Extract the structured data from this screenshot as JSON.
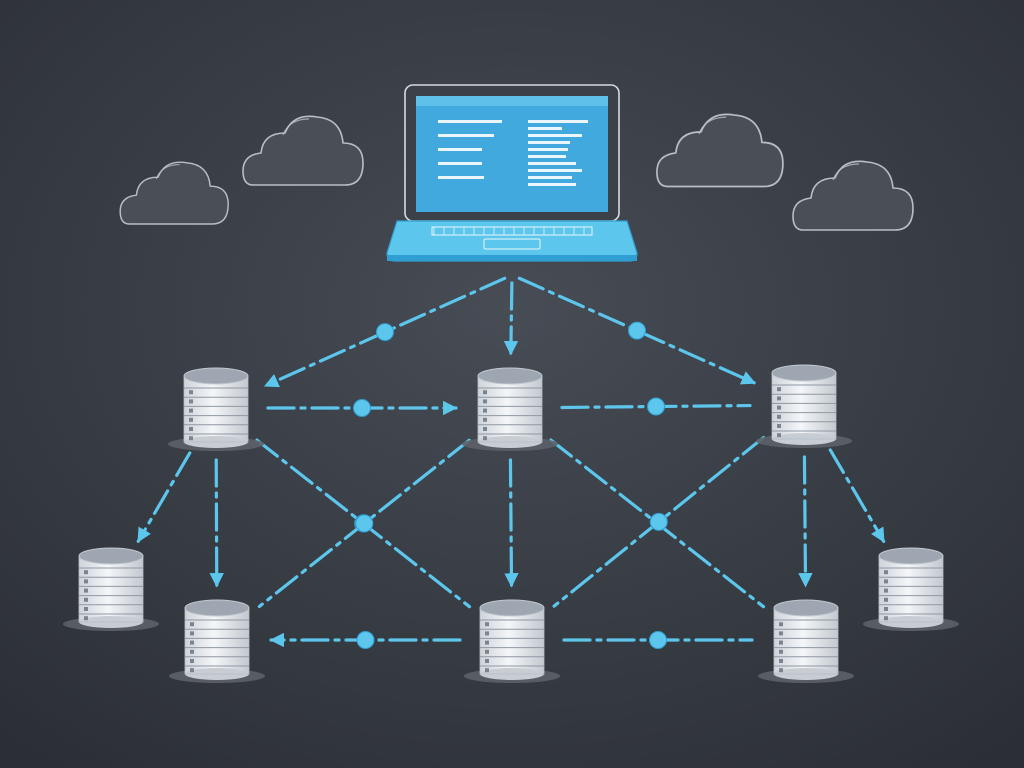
{
  "colors": {
    "background_center": "#474c55",
    "background_edge": "#2b2f35",
    "accent": "#5cc6ec",
    "accent_dark": "#2f9fd3",
    "screen": "#41a9de",
    "cloud_fill": "#4a4f57",
    "cloud_stroke": "#b9bec5",
    "disk_body": "#e9ecef",
    "disk_top": "#9ea7b1",
    "disk_shadow": "#5c6169"
  },
  "icons": {
    "laptop": "laptop-icon",
    "cloud": "cloud-icon",
    "database": "database-server-icon",
    "connector_dot": "connector-dot-icon",
    "arrowhead": "arrowhead-icon"
  },
  "nodes": [
    {
      "id": "laptop",
      "type": "laptop"
    },
    {
      "id": "db-top-left",
      "type": "database"
    },
    {
      "id": "db-top-center",
      "type": "database"
    },
    {
      "id": "db-top-right",
      "type": "database"
    },
    {
      "id": "db-mid-left",
      "type": "database"
    },
    {
      "id": "db-bottom-left",
      "type": "database"
    },
    {
      "id": "db-bottom-center",
      "type": "database"
    },
    {
      "id": "db-bottom-right",
      "type": "database"
    },
    {
      "id": "db-mid-right",
      "type": "database"
    }
  ],
  "clouds": [
    "cloud-1",
    "cloud-2",
    "cloud-3",
    "cloud-4"
  ],
  "edges": [
    {
      "from": "laptop",
      "to": "db-top-left",
      "directed": true,
      "dot": true
    },
    {
      "from": "laptop",
      "to": "db-top-center",
      "directed": true,
      "dot": false
    },
    {
      "from": "laptop",
      "to": "db-top-right",
      "directed": true,
      "dot": true
    },
    {
      "from": "db-top-left",
      "to": "db-top-center",
      "directed": true,
      "dot": true
    },
    {
      "from": "db-top-center",
      "to": "db-top-right",
      "directed": false,
      "dot": true
    },
    {
      "from": "db-top-left",
      "to": "db-mid-left",
      "directed": true,
      "dot": false
    },
    {
      "from": "db-top-left",
      "to": "db-bottom-left",
      "directed": true,
      "dot": false
    },
    {
      "from": "db-top-left",
      "to": "db-bottom-center",
      "directed": false,
      "dot": true
    },
    {
      "from": "db-top-center",
      "to": "db-bottom-left",
      "directed": false,
      "dot": true
    },
    {
      "from": "db-top-center",
      "to": "db-bottom-center",
      "directed": true,
      "dot": false
    },
    {
      "from": "db-top-center",
      "to": "db-bottom-right",
      "directed": false,
      "dot": false
    },
    {
      "from": "db-top-right",
      "to": "db-bottom-center",
      "directed": false,
      "dot": true
    },
    {
      "from": "db-top-right",
      "to": "db-bottom-right",
      "directed": true,
      "dot": false
    },
    {
      "from": "db-top-right",
      "to": "db-mid-right",
      "directed": true,
      "dot": false
    },
    {
      "from": "db-bottom-center",
      "to": "db-bottom-left",
      "directed": true,
      "dot": true
    },
    {
      "from": "db-bottom-center",
      "to": "db-bottom-right",
      "directed": false,
      "dot": true
    }
  ]
}
